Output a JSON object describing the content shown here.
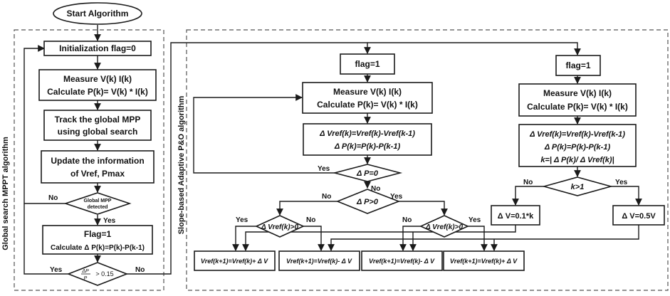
{
  "regions": {
    "global": "Global search MPPT algorithm",
    "adaptive": "Slope-based Adaptive P&O algorithm"
  },
  "start": "Start Algorithm",
  "g": {
    "init": "Initialization flag=0",
    "measure_1": "Measure V(k) I(k)",
    "measure_2": "Calculate P(k)= V(k) * I(k)",
    "track_1": "Track the global MPP",
    "track_2": "using global search",
    "update_1": "Update the information",
    "update_2": "of Vref, Pmax",
    "detected_1": "Global MPP",
    "detected_2": "detected",
    "flag_1": "Flag=1",
    "flag_2": "Calculate Δ P(k)=P(k)-P(k-1)",
    "ratio_num": "ΔP",
    "ratio_den": "P",
    "ratio_cmp": "> 0.15"
  },
  "m": {
    "flag": "flag=1",
    "measure_1": "Measure V(k) I(k)",
    "measure_2": "Calculate P(k)= V(k) * I(k)",
    "delta_1": "Δ Vref(k)=Vref(k)-Vref(k-1)",
    "delta_2": "Δ P(k)=P(k)-P(k-1)",
    "dp0": "Δ P=0",
    "dpgt0": "Δ P>0",
    "dvref_left": "Δ Vref(k)>0",
    "dvref_right": "Δ Vref(k)>0",
    "out_1": "Vref(k+1)=Vref(k)+ Δ V",
    "out_2": "Vref(k+1)=Vref(k)- Δ V",
    "out_3": "Vref(k+1)=Vref(k)- Δ V",
    "out_4": "Vref(k+1)=Vref(k)+ Δ V"
  },
  "r": {
    "flag": "flag=1",
    "measure_1": "Measure V(k) I(k)",
    "measure_2": "Calculate P(k)= V(k) * I(k)",
    "delta_1": "Δ Vref(k)=Vref(k)-Vref(k-1)",
    "delta_2": "Δ P(k)=P(k)-P(k-1)",
    "delta_3": "k=| Δ P(k)/ Δ Vref(k)|",
    "kgt1": "k>1",
    "dv_small": "Δ V=0.1*k",
    "dv_big": "Δ V=0.5V"
  },
  "labels": {
    "yes": "Yes",
    "no": "No"
  }
}
